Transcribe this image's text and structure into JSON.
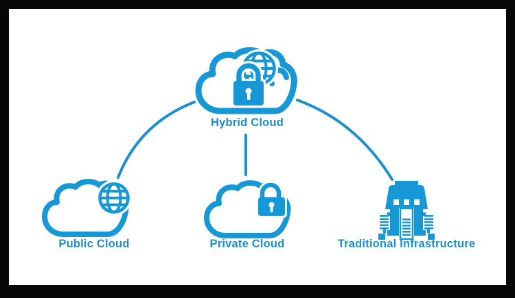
{
  "diagram": {
    "description": "Cloud deployment models diagram",
    "accent_color": "#1697d6",
    "text_color": "#1b8fcd",
    "background_color": "#ffffff",
    "frame_color": "#060606",
    "nodes": [
      {
        "id": "hybrid-cloud",
        "label": "Hybrid Cloud",
        "icons": [
          "cloud-icon",
          "globe-icon",
          "lock-icon"
        ]
      },
      {
        "id": "public-cloud",
        "label": "Public Cloud",
        "icons": [
          "cloud-icon",
          "globe-icon"
        ]
      },
      {
        "id": "private-cloud",
        "label": "Private Cloud",
        "icons": [
          "cloud-icon",
          "lock-icon"
        ]
      },
      {
        "id": "traditional-infrastructure",
        "label": "Traditional Infrastructure",
        "icons": [
          "mainframe-icon"
        ]
      }
    ],
    "edges": [
      {
        "from": "hybrid-cloud",
        "to": "public-cloud",
        "style": "curved"
      },
      {
        "from": "hybrid-cloud",
        "to": "private-cloud",
        "style": "straight"
      },
      {
        "from": "hybrid-cloud",
        "to": "traditional-infrastructure",
        "style": "curved"
      }
    ]
  }
}
